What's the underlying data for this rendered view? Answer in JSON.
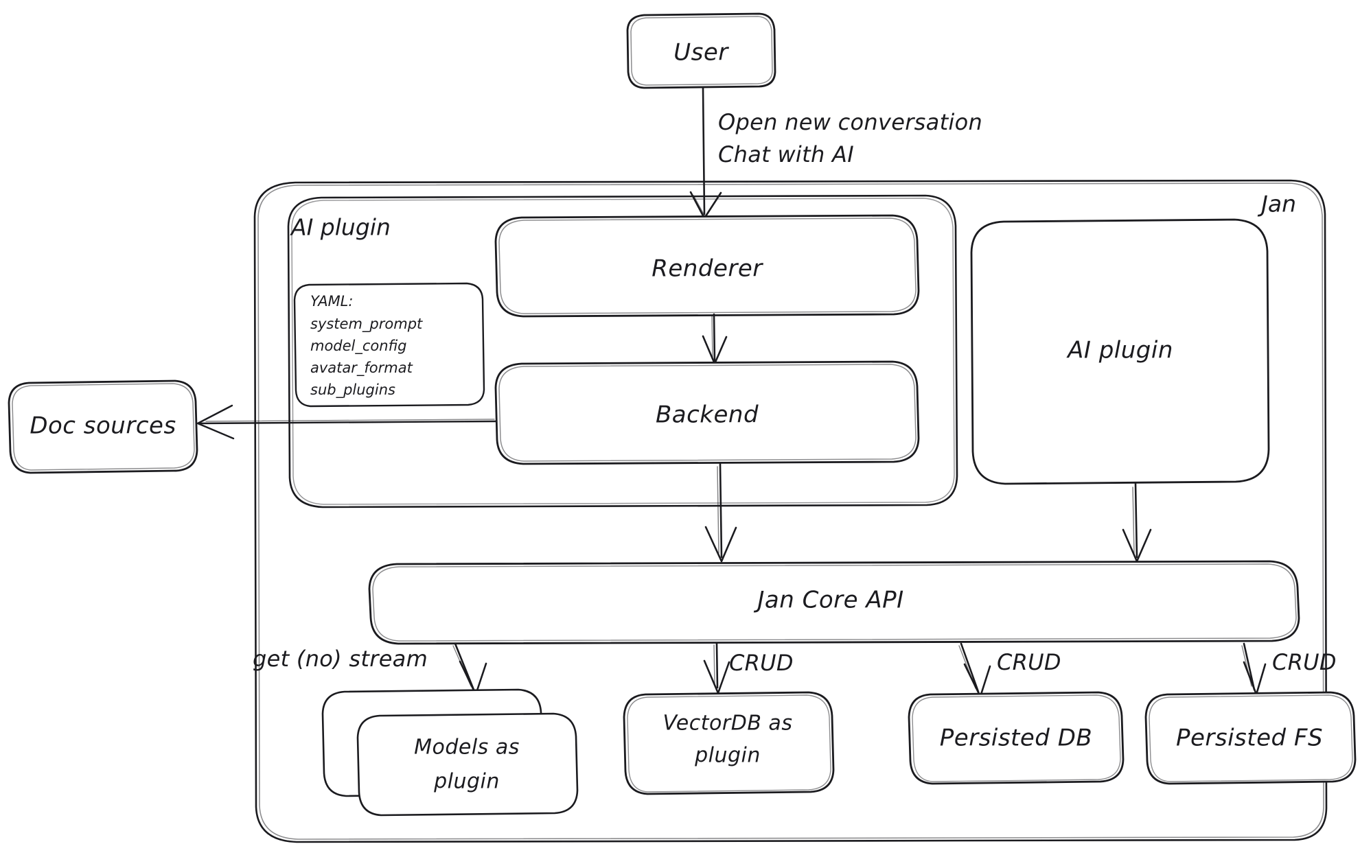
{
  "diagram": {
    "title_label": "Jan",
    "groups": [
      {
        "id": "jan",
        "label": "Jan"
      },
      {
        "id": "ai-plugin-group",
        "label": "AI plugin"
      }
    ],
    "nodes": [
      {
        "id": "user",
        "label": "User"
      },
      {
        "id": "renderer",
        "label": "Renderer"
      },
      {
        "id": "backend",
        "label": "Backend"
      },
      {
        "id": "ai-plugin-box",
        "label": "AI plugin"
      },
      {
        "id": "doc-sources",
        "label": "Doc sources"
      },
      {
        "id": "jan-core-api",
        "label": "Jan Core API"
      },
      {
        "id": "models-as-plugin",
        "label_line1": "Models as",
        "label_line2": "plugin"
      },
      {
        "id": "vectordb-as-plugin",
        "label_line1": "VectorDB as",
        "label_line2": "plugin"
      },
      {
        "id": "persisted-db",
        "label": "Persisted DB"
      },
      {
        "id": "persisted-fs",
        "label": "Persisted FS"
      }
    ],
    "yaml_note": {
      "title": "YAML:",
      "lines": [
        "system_prompt",
        "model_config",
        "avatar_format",
        "sub_plugins"
      ]
    },
    "edges": [
      {
        "id": "user-to-renderer",
        "label_line1": "Open new conversation",
        "label_line2": "Chat with AI"
      },
      {
        "id": "renderer-to-backend",
        "label": ""
      },
      {
        "id": "backend-to-doc-sources",
        "label": ""
      },
      {
        "id": "backend-to-core",
        "label": ""
      },
      {
        "id": "aiplugin-to-core",
        "label": ""
      },
      {
        "id": "core-to-models",
        "label": "get (no) stream"
      },
      {
        "id": "core-to-vectordb",
        "label": "CRUD"
      },
      {
        "id": "core-to-persisted-db",
        "label": "CRUD"
      },
      {
        "id": "core-to-persisted-fs",
        "label": "CRUD"
      }
    ],
    "colors": {
      "stroke": "#1b1b1f",
      "background": "#ffffff",
      "fill": "#ffffff"
    }
  }
}
